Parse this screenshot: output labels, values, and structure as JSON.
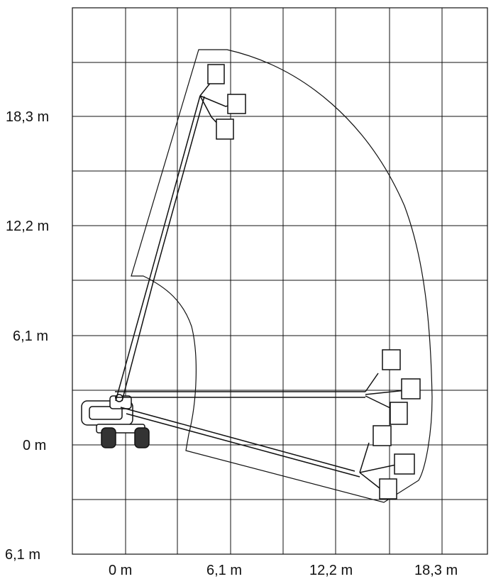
{
  "diagram": {
    "y_labels": [
      "18,3 m",
      "12,2 m",
      "6,1 m",
      "0 m",
      "6,1 m"
    ],
    "x_labels": [
      "0 m",
      "6,1 m",
      "12,2 m",
      "18,3 m"
    ]
  }
}
